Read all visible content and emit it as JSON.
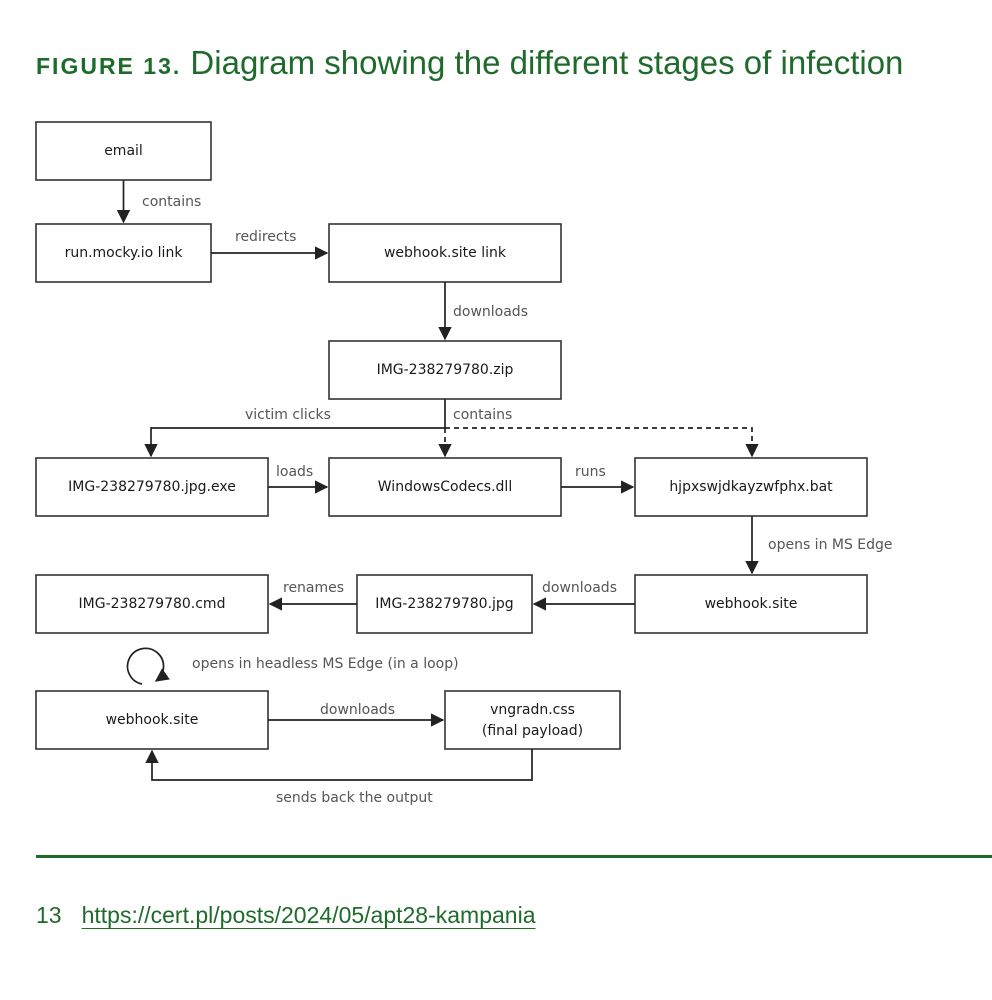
{
  "caption": {
    "label": "FIGURE 13.",
    "text": " Diagram showing the different stages of infection"
  },
  "nodes": {
    "email": "email",
    "run_mocky": "run.mocky.io link",
    "webhook_link": "webhook.site link",
    "zip": "IMG-238279780.zip",
    "jpg_exe": "IMG-238279780.jpg.exe",
    "windows_codecs": "WindowsCodecs.dll",
    "bat": "hjpxswjdkayzwfphx.bat",
    "webhook_site_1": "webhook.site",
    "img_jpg": "IMG-238279780.jpg",
    "img_cmd": "IMG-238279780.cmd",
    "webhook_site_2": "webhook.site",
    "payload_line1": "vngradn.css",
    "payload_line2": "(final payload)"
  },
  "edges": {
    "contains": "contains",
    "redirects": "redirects",
    "downloads_1": "downloads",
    "victim_clicks": "victim clicks",
    "contains_2": "contains",
    "loads": "loads",
    "runs": "runs",
    "opens_ms_edge": "opens in MS Edge",
    "downloads_2": "downloads",
    "renames": "renames",
    "headless_loop": "opens in headless MS Edge (in a loop)",
    "downloads_3": "downloads",
    "sends_back": "sends back the output"
  },
  "footnote": {
    "number": "13",
    "link": "https://cert.pl/posts/2024/05/apt28-kampania"
  },
  "colors": {
    "accent": "#1f6b2c",
    "box_stroke": "#333333",
    "edge_label": "#555555"
  }
}
